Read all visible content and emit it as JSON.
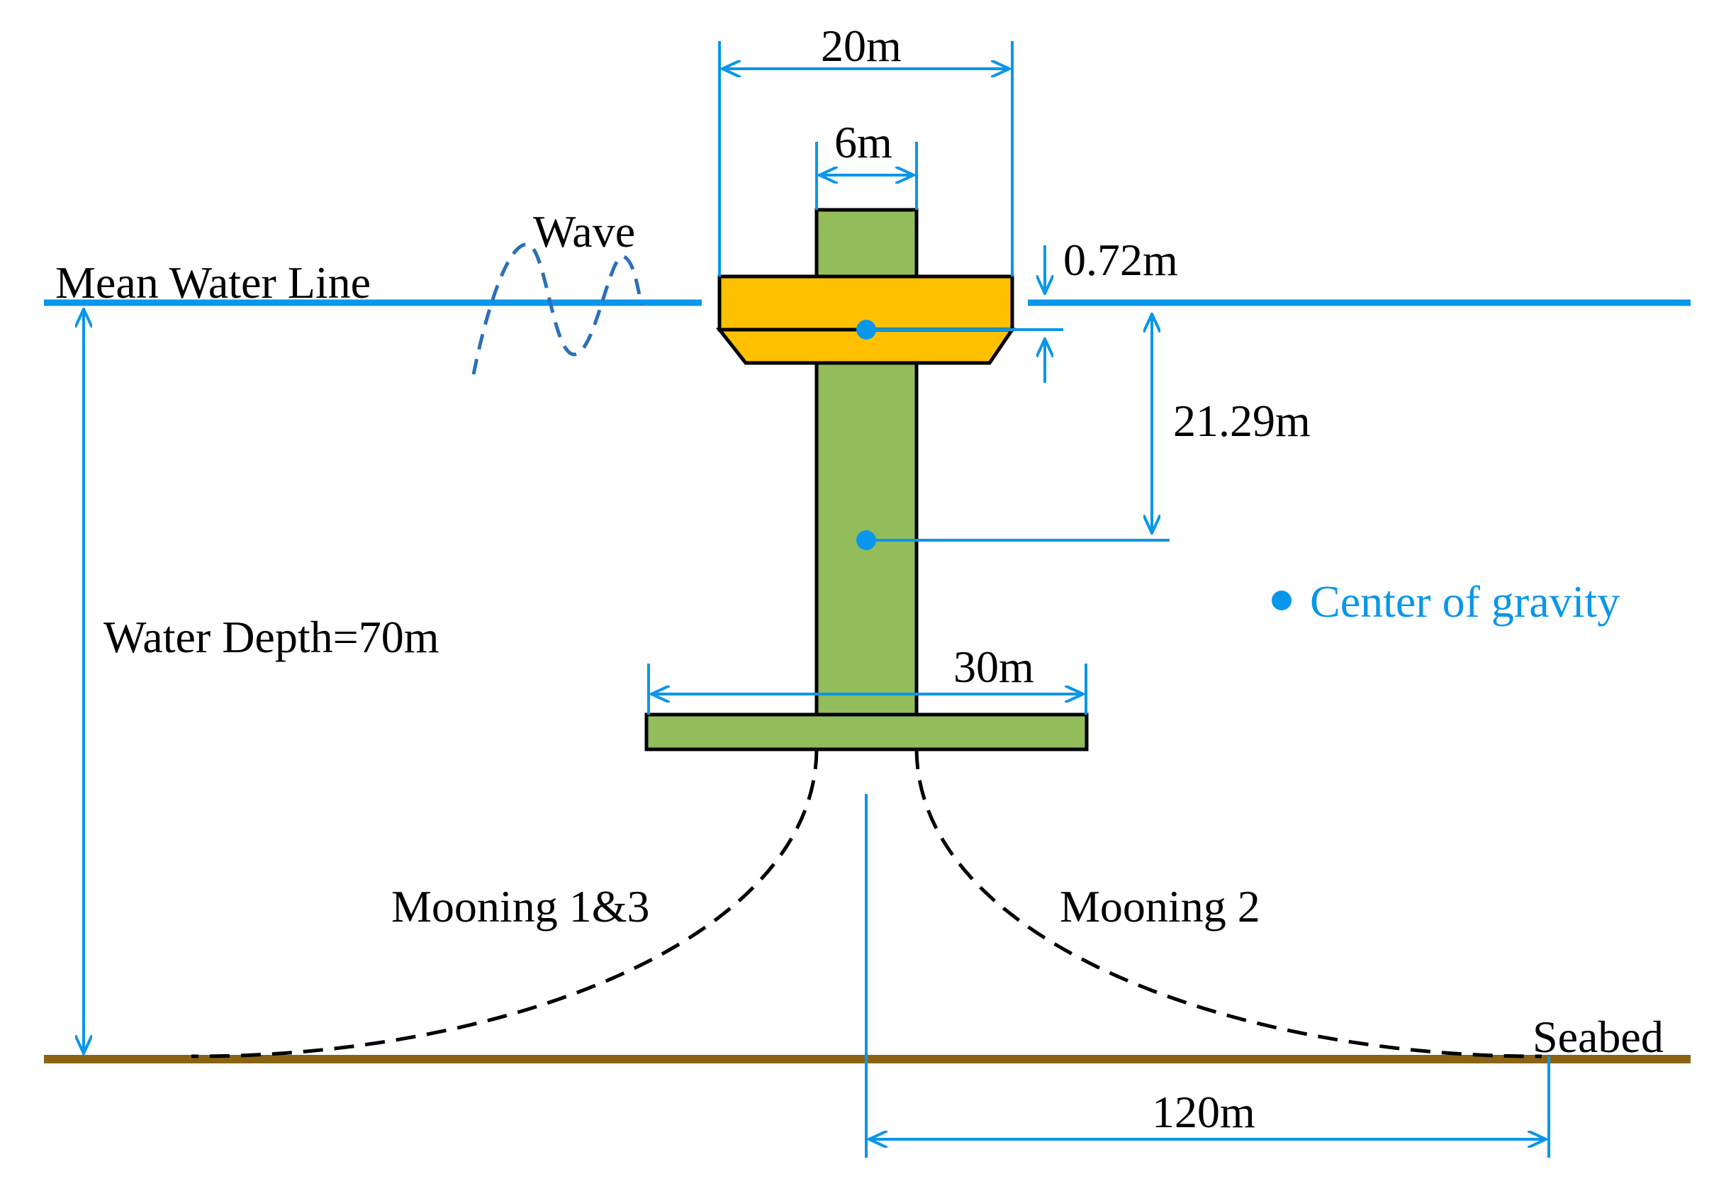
{
  "labels": {
    "mean_water_line": "Mean Water Line",
    "wave": "Wave",
    "water_depth": "Water Depth=70m",
    "dim_top_width": "20m",
    "dim_column_width": "6m",
    "dim_freeboard": "0.72m",
    "dim_cog_distance": "21.29m",
    "dim_base_width": "30m",
    "mooring_left": "Mooning 1&3",
    "mooring_right": "Mooning 2",
    "seabed": "Seabed",
    "dim_anchor_radius": "120m"
  },
  "legend": {
    "label": "Center of gravity"
  },
  "colors": {
    "water_line": "#0a96ea",
    "dimension": "#0a96ea",
    "seabed": "#8a6414",
    "column": "#92bd5a",
    "float_body": "#ffc000",
    "outline": "#000000",
    "mooring": "#000000",
    "text": "#000000",
    "legend_text": "#0a96ea"
  }
}
